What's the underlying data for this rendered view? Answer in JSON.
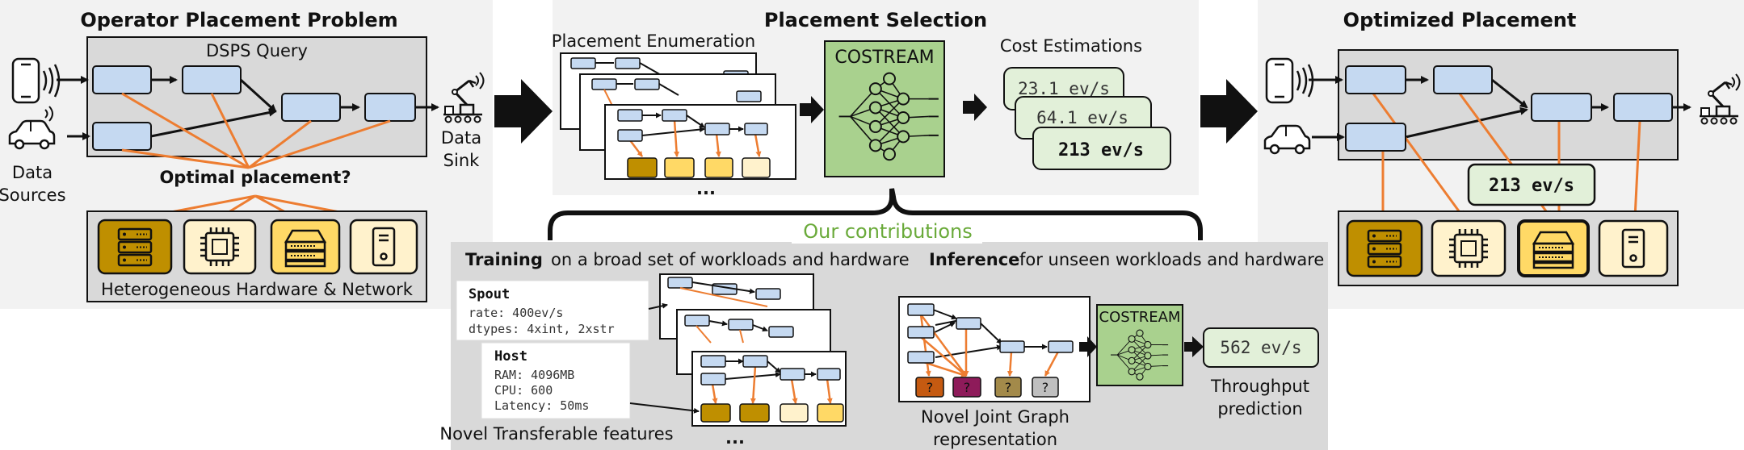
{
  "left_panel": {
    "title": "Operator Placement Problem",
    "query_label": "DSPS Query",
    "question": "Optimal placement?",
    "hardware_label": "Heterogeneous Hardware & Network",
    "sources_label_1": "Data",
    "sources_label_2": "Sources",
    "sink_label_1": "Data",
    "sink_label_2": "Sink"
  },
  "middle_panel": {
    "title": "Placement Selection",
    "enumeration_label": "Placement Enumeration",
    "model_label": "COSTREAM",
    "estimations_label": "Cost Estimations",
    "estimates": [
      "23.1 ev/s",
      "64.1 ev/s",
      "213 ev/s"
    ],
    "ellipsis": "..."
  },
  "right_panel": {
    "title": "Optimized Placement",
    "result": "213 ev/s"
  },
  "contributions": {
    "title": "Our contributions",
    "training_bold": "Training",
    "training_rest": "on a broad set of workloads and hardware",
    "inference_bold": "Inference",
    "inference_rest": "for unseen workloads and hardware",
    "spout_title": "Spout",
    "spout_lines": [
      "rate: 400ev/s",
      "dtypes: 4xint, 2xstr"
    ],
    "host_title": "Host",
    "host_lines": [
      "RAM: 4096MB",
      "CPU: 600",
      "Latency: 50ms"
    ],
    "transferable_label": "Novel Transferable features",
    "joint_graph_label_1": "Novel Joint Graph",
    "joint_graph_label_2": "representation",
    "model_label": "COSTREAM",
    "prediction": "562 ev/s",
    "prediction_label_1": "Throughput",
    "prediction_label_2": "prediction",
    "unknown_mark": "?",
    "ellipsis": "..."
  },
  "colors": {
    "panel_gray": "#f2f2f2",
    "inner_gray": "#d9d9d9",
    "operator_blue": "#c5d9f1",
    "edge_orange": "#ed7d31",
    "hw_dark": "#bf8f00",
    "hw_mid": "#ffd966",
    "hw_light": "#fff2cc",
    "model_green": "#a9d18e",
    "estimate_green": "#e2f0d9",
    "contrib_green": "#6aaa3a",
    "node_brown": "#c55a11",
    "node_magenta": "#8e1b5a",
    "node_olive": "#a38a4a",
    "node_gray": "#bfbfbf"
  }
}
